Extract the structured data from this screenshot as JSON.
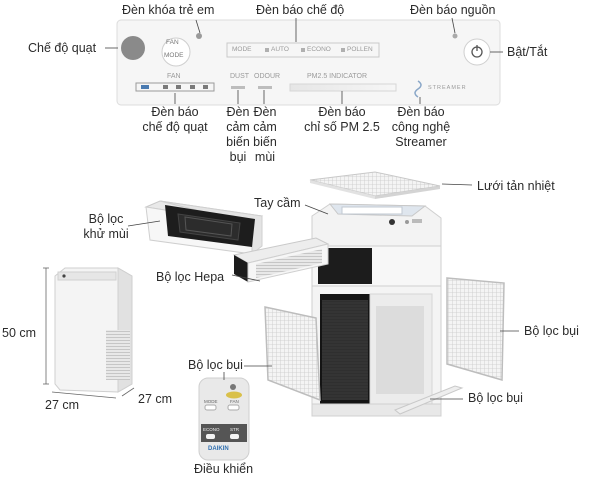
{
  "labels": {
    "child_lock_light": "Đèn khóa trẻ em",
    "mode_light": "Đèn báo chế độ",
    "power_light": "Đèn báo nguồn",
    "fan_mode": "Chế độ quạt",
    "power_onoff": "Bật/Tắt",
    "fan_mode_light_1": "Đèn báo",
    "fan_mode_light_2": "chế độ quạt",
    "dust_sensor_1": "Đèn",
    "dust_sensor_2": "cảm",
    "dust_sensor_3": "biến",
    "dust_sensor_4": "bụi",
    "odour_sensor_1": "Đèn",
    "odour_sensor_2": "cảm",
    "odour_sensor_3": "biến",
    "odour_sensor_4": "mùi",
    "pm25_light_1": "Đèn báo",
    "pm25_light_2": "chỉ số PM 2.5",
    "streamer_light_1": "Đèn báo",
    "streamer_light_2": "công nghệ",
    "streamer_light_3": "Streamer",
    "heat_grille": "Lưới tản nhiệt",
    "handle": "Tay cầm",
    "deodor_filter_1": "Bộ lọc",
    "deodor_filter_2": "khử mùi",
    "hepa_filter": "Bộ lọc Hepa",
    "dust_filter_left": "Bộ lọc bụi",
    "dust_filter_right": "Bộ lọc bụi",
    "dust_filter_bottom": "Bộ lọc bụi",
    "remote": "Điều khiển",
    "height": "50 cm",
    "width": "27 cm",
    "depth": "27 cm"
  },
  "panel": {
    "fan_button": "FAN",
    "mode_button": "MODE",
    "mode_title": "MODE",
    "modes": [
      "AUTO",
      "ECONO",
      "POLLEN"
    ],
    "fan_title": "FAN",
    "dust": "DUST",
    "odour": "ODOUR",
    "pm_indicator": "PM2.5  INDICATOR",
    "streamer": "STREAMER"
  },
  "remote_keys": {
    "mode": "MODE",
    "fan": "FAN",
    "econo": "ECONO",
    "streamer": "STR",
    "brand": "DAIKIN"
  },
  "colors": {
    "label_text": "#2b2b2b",
    "panel_text": "#9a9a9a",
    "device_white": "#f2f2f2",
    "filter_black": "#1a1a1a",
    "accent_blue": "#2f6fb0"
  }
}
